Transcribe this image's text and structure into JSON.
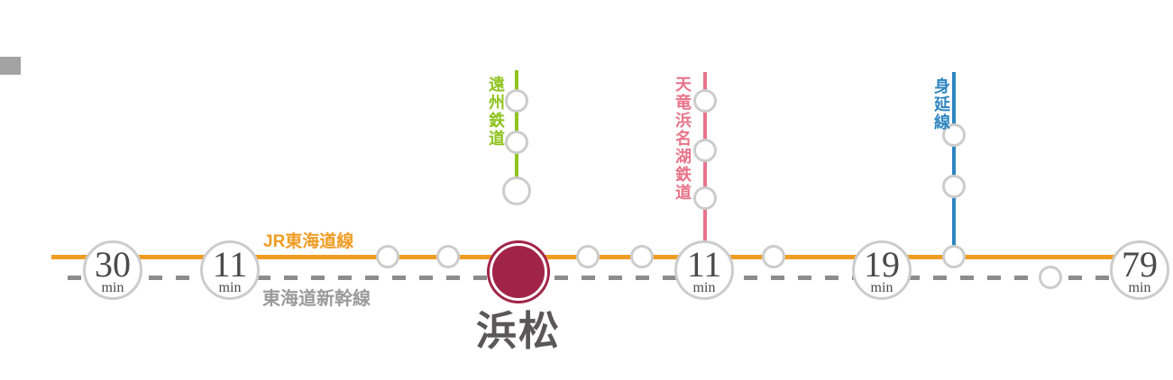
{
  "colors": {
    "jr_line": "#F09C23",
    "shinkansen_line": "#8C8C8C",
    "shinkansen_label": "#9A9A9A",
    "enshu_line": "#8FC31F",
    "tenryu_line": "#E8748A",
    "minobu_line": "#2E86C1",
    "station_fill": "#A12348",
    "time_text": "#4A4A4A",
    "station_name_text": "#595757",
    "dot_border": "#CCCCCC",
    "corner_rect": "#A3A3A3",
    "background": "#FFFFFF"
  },
  "lines": {
    "jr_tokaido": {
      "label": "JR東海道線"
    },
    "tokaido_shinkansen": {
      "label": "東海道新幹線"
    },
    "enshu_railway": {
      "label": "遠州鉄道"
    },
    "tenryu_hamanako": {
      "label": "天竜浜名湖鉄道"
    },
    "minobu_line": {
      "label": "身延線"
    }
  },
  "station": {
    "name": "浜松"
  },
  "travel_times": [
    {
      "value": "30",
      "unit": "min"
    },
    {
      "value": "11",
      "unit": "min"
    },
    {
      "value": "11",
      "unit": "min"
    },
    {
      "value": "19",
      "unit": "min"
    },
    {
      "value": "79",
      "unit": "min"
    }
  ]
}
